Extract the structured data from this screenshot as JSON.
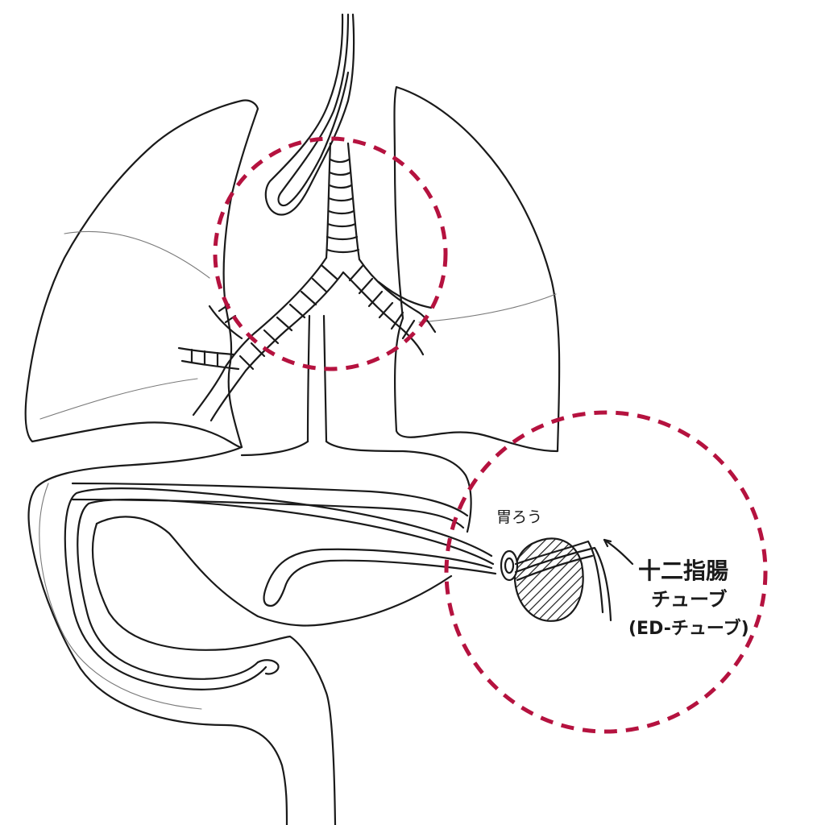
{
  "figure": {
    "highlight_color": "#b5123f",
    "ink_color": "#1a1a1a",
    "labels": {
      "gastrostomy": "胃ろう",
      "duodenal_tube_line1": "十二指腸",
      "duodenal_tube_line2": "チューブ",
      "duodenal_tube_line3": "(ED-チューブ)"
    }
  }
}
